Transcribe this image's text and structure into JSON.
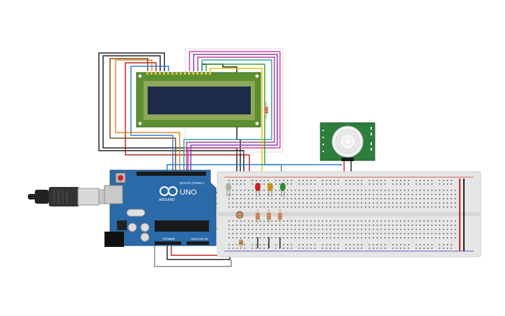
{
  "arduino": {
    "brand": "ARDUINO",
    "model": "UNO",
    "digital_label": "DIGITAL (PWM~)",
    "power_label": "POWER",
    "analog_label": "ANALOG IN"
  },
  "pir_sensor": {
    "side_label_left": "",
    "side_label_right": ""
  },
  "colors": {
    "board": "#2a6aa8",
    "breadboard": "#e6e6e6",
    "lcd_pcb": "#5c8f2f",
    "lcd_screen": "#1e2a4a",
    "led_red": "#cc2222",
    "led_yellow": "#c7951a",
    "led_green": "#2e8b2e",
    "pir_pcb": "#2d7d3b"
  },
  "icons": {
    "usb": "usb-cable-icon",
    "lcd": "lcd-display-icon",
    "pir": "pir-sensor-icon"
  }
}
